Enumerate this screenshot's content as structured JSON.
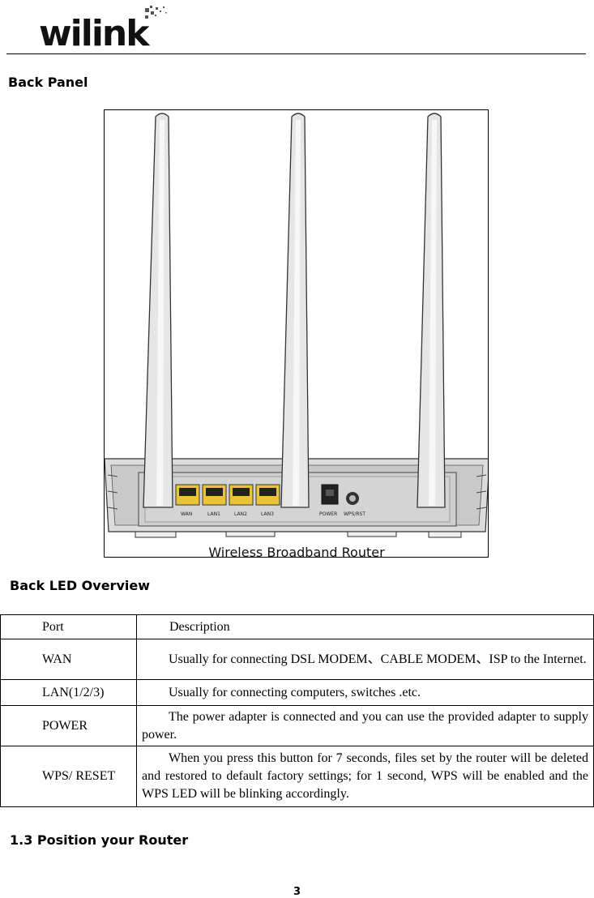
{
  "header": {
    "logo_text": "wilink"
  },
  "sections": {
    "back_panel_title": "Back Panel",
    "led_overview_title": "Back LED Overview",
    "position_title": "1.3 Position your Router"
  },
  "figure": {
    "caption": "Wireless Broadband Router",
    "port_labels": [
      "WAN",
      "LAN1",
      "LAN2",
      "LAN3",
      "POWER",
      "WPS/RST"
    ]
  },
  "table": {
    "headers": [
      "Port",
      "Description"
    ],
    "rows": [
      {
        "port": "WAN",
        "description": "Usually for connecting DSL MODEM、CABLE MODEM、ISP to the Internet."
      },
      {
        "port": "LAN(1/2/3)",
        "description": "Usually for connecting computers, switches .etc."
      },
      {
        "port": "POWER",
        "description": "The power adapter is connected and you can use the provided adapter to supply power."
      },
      {
        "port": "WPS/ RESET",
        "description": "When you press this button for 7 seconds, files set by the router will be deleted and restored to default factory settings; for 1 second, WPS will be enabled and the WPS LED will be blinking accordingly."
      }
    ]
  },
  "footer": {
    "page_number": "3"
  },
  "colors": {
    "port_yellow": "#e8c43a",
    "router_gray": "#d6d6d6",
    "antenna_gray": "#e4e4e4"
  }
}
